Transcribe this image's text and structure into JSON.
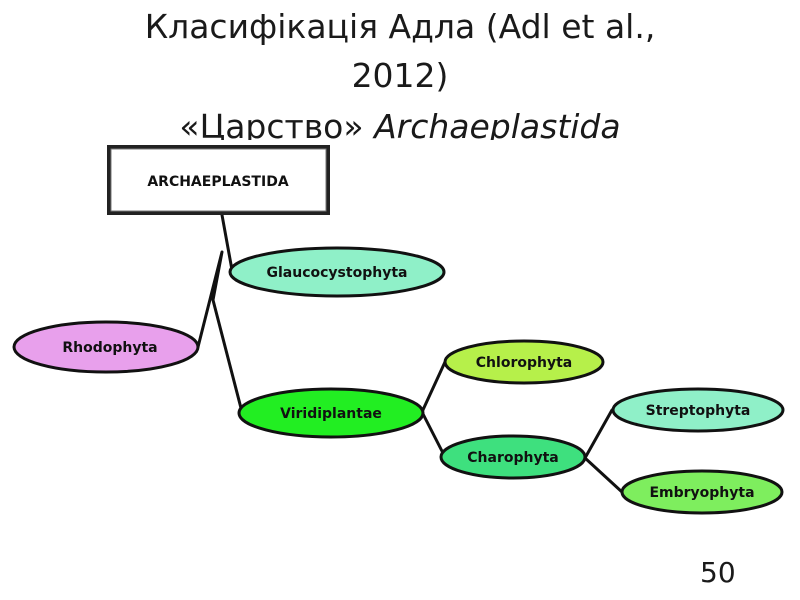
{
  "title": {
    "line1_main": "Класифікація Адла ",
    "line1_paren": "(Adl et al.,",
    "line2": "2012)",
    "line3_quote": "«Царство» ",
    "line3_taxon": "Archaeplastida"
  },
  "tree": {
    "root": "ARCHAEPLASTIDA",
    "nodes": {
      "glaucocystophyta": "Glaucocystophyta",
      "rhodophyta": "Rhodophyta",
      "viridiplantae": "Viridiplantae",
      "chlorophyta": "Chlorophyta",
      "charophyta": "Charophyta",
      "streptophyta": "Streptophyta",
      "embryophyta": "Embryophyta"
    },
    "colors": {
      "glaucocystophyta": "#8ff0c8",
      "rhodophyta": "#e8a0ec",
      "viridiplantae": "#22ee22",
      "chlorophyta": "#b6f04a",
      "charophyta": "#3ee07e",
      "streptophyta": "#8ff0c8",
      "embryophyta": "#7eee5e"
    }
  },
  "slide_number": "50"
}
